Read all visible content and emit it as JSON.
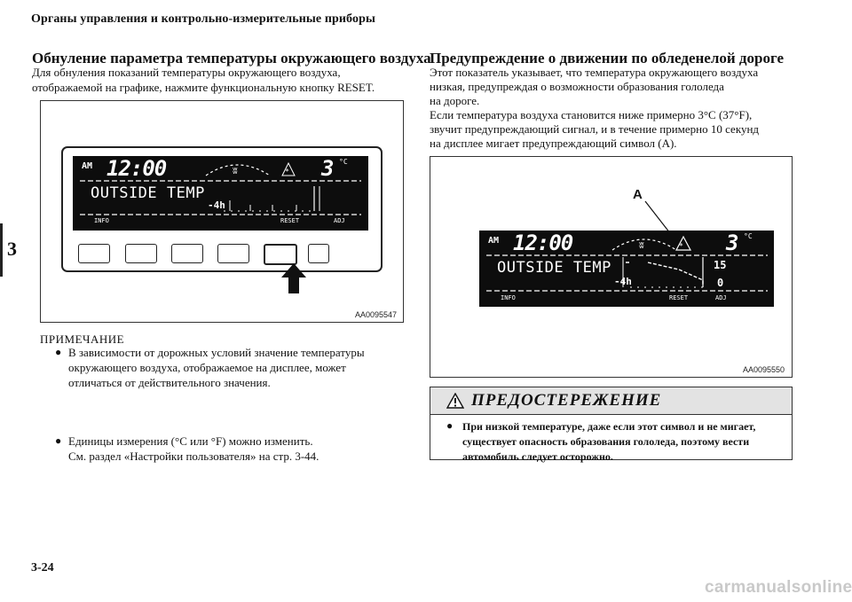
{
  "page": {
    "header": "Органы управления и контрольно-измерительные приборы",
    "chapter": "3",
    "page_number": "3-24",
    "watermark": "carmanualsonline.info"
  },
  "left": {
    "title": "Обнуление параметра температуры окружающего воздуха",
    "intro_line1": "Для обнуления показаний температуры окружающего воздуха,",
    "intro_line2": "отображаемой на графике, нажмите функциональную кнопку RESET.",
    "figure_caption": "AA0095547",
    "note_title": "ПРИМЕЧАНИЕ",
    "note1_line1": "В зависимости от дорожных условий значение температуры",
    "note1_line2": "окружающего воздуха, отображаемое на дисплее, может",
    "note1_line3": "отличаться от действительного значения.",
    "note2_line1": "Единицы измерения (°С или °F) можно изменить.",
    "note2_line2": "См. раздел «Настройки пользователя» на стр. 3-44."
  },
  "right": {
    "title": "Предупреждение о движении по обледенелой дороге",
    "p1_line1": "Этот показатель указывает, что температура окружающего воздуха",
    "p1_line2": "низкая, предупреждая о возможности образования гололеда",
    "p1_line3": "на дороге.",
    "p2_line1": "Если температура воздуха становится ниже примерно 3°С (37°F),",
    "p2_line2": "звучит предупреждающий сигнал, и в течение примерно 10 секунд",
    "p2_line3": "на дисплее мигает предупреждающий символ (A).",
    "figure_caption": "AA0095550",
    "callout": "A"
  },
  "warning": {
    "title": "ПРЕДОСТЕРЕЖЕНИЕ",
    "line1": "При низкой температуре, даже если этот символ и не мигает,",
    "line2": "существует опасность образования гололеда, поэтому вести",
    "line3": "автомобиль следует осторожно."
  },
  "display": {
    "am": "AM",
    "time": "12:00",
    "temp": "3",
    "unit": "°C",
    "mode_text": "OUTSIDE TEMP",
    "time_axis": "-4h",
    "btn_info": "INFO",
    "btn_reset": "RESET",
    "btn_adj": "ADJ",
    "graph_high": "15",
    "graph_low": "0"
  }
}
